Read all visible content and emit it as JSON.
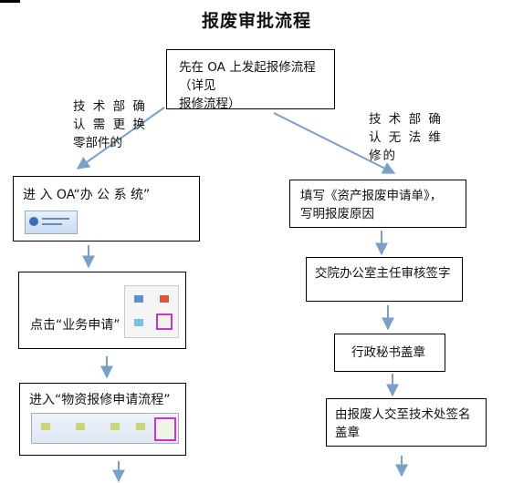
{
  "title": "报废审批流程",
  "boxes": {
    "start": [
      "先在 OA 上发起报修流程（详见",
      "报修流程）"
    ],
    "left1": "进 入 OA“办 公 系 统”",
    "left2": "点击“业务申请”",
    "left3": "进入“物资报修申请流程”",
    "right1": [
      "填写《资产报废申请单》，",
      "写明报废原因"
    ],
    "right2": "交院办公室主任审核签字",
    "right3": "行政秘书盖章",
    "right4": [
      "由报废人交至技术处签名",
      "盖章"
    ]
  },
  "branch_labels": {
    "left": [
      "技 术 部 确",
      "认 需 更 换",
      "零部件的"
    ],
    "right": [
      "技 术 部 确",
      "认 无 法 维",
      "修的"
    ]
  },
  "colors": {
    "arrow": "#7aa0c8",
    "box_border": "#000000",
    "highlight": "#cc33cc"
  }
}
